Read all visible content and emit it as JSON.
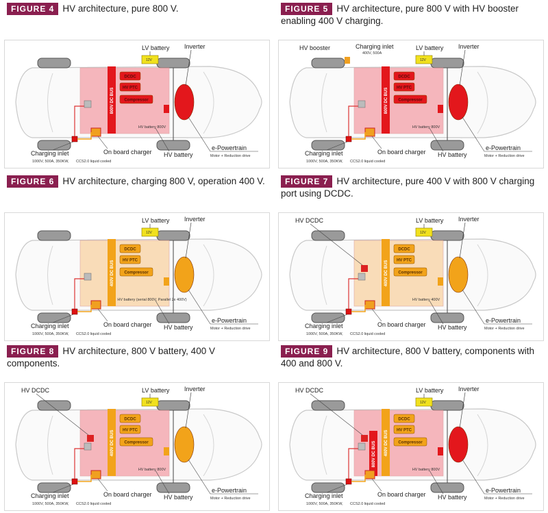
{
  "colors": {
    "tag": "#8a1f4f",
    "hv800": "#e3171c",
    "hv400": "#f2a31a",
    "pink": "#f4a0a8",
    "peach": "#f9d3a3",
    "lvbat": "#f1e11e"
  },
  "figures": [
    {
      "tag": "FIGURE 4",
      "caption": "HV architecture, pure 800 V.",
      "theme": "red800",
      "bus": "800V DC BUS",
      "boxes": [
        "DCDC",
        "HV PTC",
        "Compressor"
      ],
      "mid_text": "HV battery 800V",
      "inverter_color": "red",
      "extras": []
    },
    {
      "tag": "FIGURE 5",
      "caption": "HV architecture, pure 800 V with HV booster enabling 400 V charging.",
      "theme": "red800",
      "bus": "800V DC BUS",
      "boxes": [
        "DCDC",
        "HV PTC",
        "Compressor"
      ],
      "mid_text": "HV battery 800V",
      "inverter_color": "red",
      "extras": [
        "HV booster",
        "Charging inlet",
        "400V, 500A"
      ]
    },
    {
      "tag": "FIGURE 6",
      "caption": "HV architecture, charging 800 V, operation 400 V.",
      "theme": "orange400",
      "bus": "400V DC BUS",
      "boxes": [
        "DCDC",
        "HV PTC",
        "Compressor"
      ],
      "mid_text": "HV battery (serial 800V, Parallel 2x 400V)",
      "inverter_color": "orange",
      "extras": []
    },
    {
      "tag": "FIGURE 7",
      "caption": "HV architecture, pure 400 V with 800 V charging port using DCDC.",
      "theme": "orange400",
      "bus": "400V DC BUS",
      "boxes": [
        "DCDC",
        "HV PTC",
        "Compressor"
      ],
      "mid_text": "HV battery 400V",
      "inverter_color": "orange",
      "extras": [
        "HV DCDC"
      ]
    },
    {
      "tag": "FIGURE 8",
      "caption": "HV architecture, 800 V battery, 400 V components.",
      "theme": "mix8",
      "bus": "400V DC BUS",
      "boxes": [
        "DCDC",
        "HV PTC",
        "Compressor"
      ],
      "mid_text": "HV battery 800V",
      "inverter_color": "orange",
      "extras": [
        "HV DCDC"
      ]
    },
    {
      "tag": "FIGURE 9",
      "caption": "HV architecture, 800 V battery, components with 400 and 800 V.",
      "theme": "mix9",
      "bus": "400V DC BUS",
      "bus2": "800V DC BUS",
      "boxes": [
        "DCDC",
        "HV PTC",
        "Compressor"
      ],
      "mid_text": "HV battery 800V",
      "inverter_color": "red",
      "extras": [
        "HV DCDC"
      ]
    }
  ],
  "labels": {
    "lv_battery": "LV battery",
    "lv_volt": "12V",
    "inverter": "Inverter",
    "charging_inlet": "Charging inlet",
    "charging_spec": "1000V, 500A, 350KW,",
    "charging_cooling": "CCS2.0 liquid cooled",
    "on_board_charger": "On board charger",
    "hv_battery": "HV battery",
    "e_powertrain": "e-Powertrain",
    "motor_drive": "Motor + Reduction drive"
  }
}
